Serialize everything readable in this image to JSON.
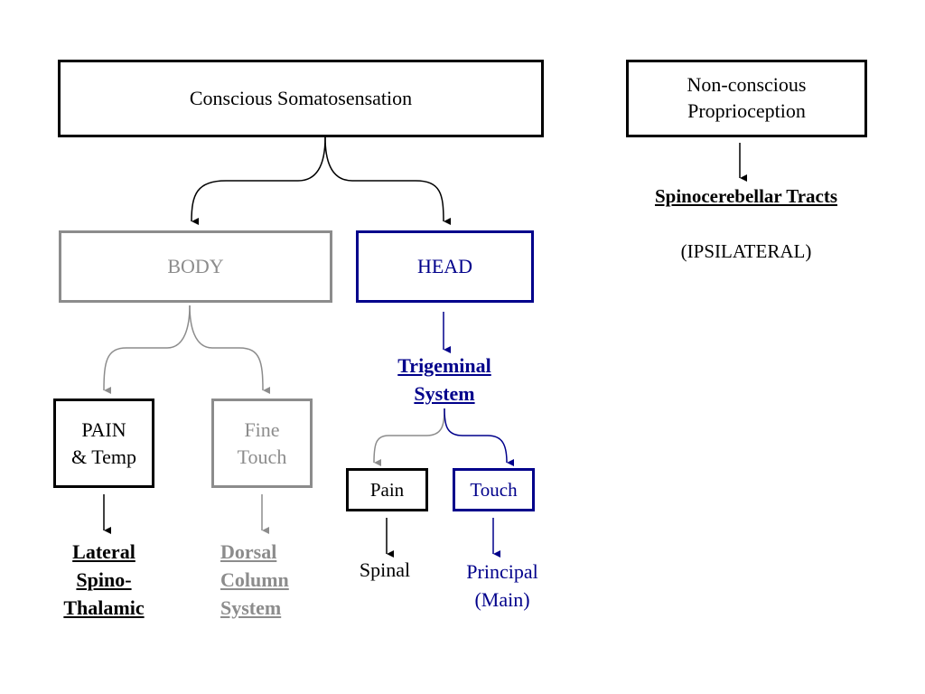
{
  "colors": {
    "black": "#000000",
    "gray": "#8c8c8c",
    "blue": "#00008b"
  },
  "boxes": {
    "conscious": "Conscious Somatosensation",
    "nonconscious": "Non-conscious Proprioception",
    "body": "BODY",
    "head": "HEAD",
    "pain_temp_line1": "PAIN",
    "pain_temp_line2": "& Temp",
    "fine_touch_line1": "Fine",
    "fine_touch_line2": "Touch",
    "pain": "Pain",
    "touch": "Touch"
  },
  "labels": {
    "trigeminal_line1": "Trigeminal",
    "trigeminal_line2": "System",
    "spinocerebellar": "Spinocerebellar Tracts",
    "ipsilateral": "(IPSILATERAL)",
    "lateral_line1": "Lateral",
    "lateral_line2": "Spino-",
    "lateral_line3": "Thalamic",
    "dorsal_line1": "Dorsal",
    "dorsal_line2": "Column",
    "dorsal_line3": "System",
    "spinal": "Spinal",
    "principal_line1": "Principal",
    "principal_line2": "(Main)"
  }
}
